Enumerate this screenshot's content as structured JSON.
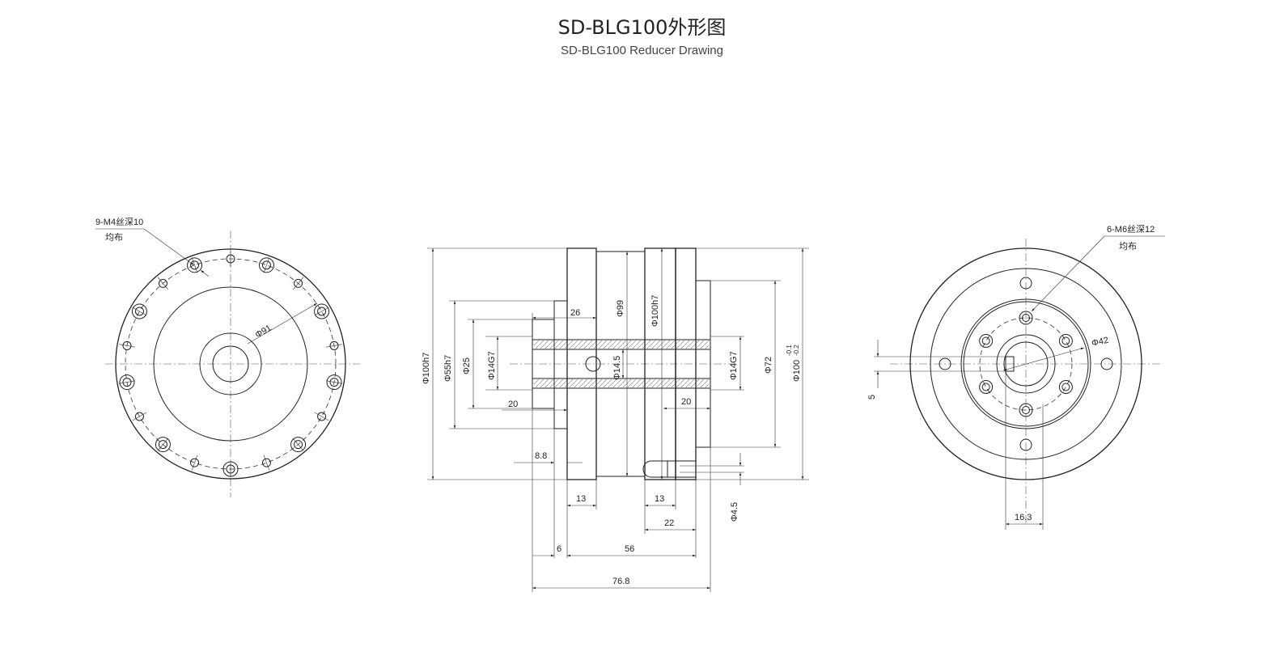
{
  "header": {
    "title": "SD-BLG100外形图",
    "subtitle": "SD-BLG100 Reducer Drawing"
  },
  "left_view": {
    "note_line1": "9-M4丝深10",
    "note_line2": "均布",
    "dim_phi91": "Φ91"
  },
  "side_view": {
    "dim_26": "26",
    "dim_99": "Φ99",
    "dim_100h7_inner": "Φ100h7",
    "dim_100h7": "Φ100h7",
    "dim_55h7": "Φ55h7",
    "dim_25": "Φ25",
    "dim_14G7_left": "Φ14G7",
    "dim_14_5": "Φ14.5",
    "dim_14G7_right": "Φ14G7",
    "dim_72": "Φ72",
    "dim_100_tol": "Φ100",
    "dim_100_tol_upper": "-0.1",
    "dim_100_tol_lower": "-0.2",
    "dim_20_left": "20",
    "dim_20_right": "20",
    "dim_8_8": "8.8",
    "dim_13_left": "13",
    "dim_13_right": "13",
    "dim_4_5": "Φ4.5",
    "dim_22": "22",
    "dim_6": "6",
    "dim_56": "56",
    "dim_76_8": "76.8"
  },
  "right_view": {
    "note_line1": "6-M6丝深12",
    "note_line2": "均布",
    "dim_phi42": "Φ42",
    "dim_5": "5",
    "dim_16_3": "16.3"
  },
  "colors": {
    "line": "#222222",
    "background": "#ffffff"
  }
}
